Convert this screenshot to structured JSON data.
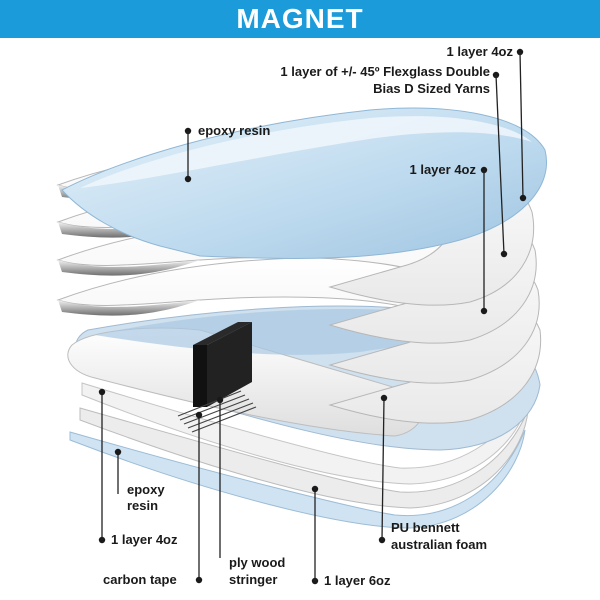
{
  "header": {
    "title": "MAGNET",
    "bg_color": "#1b9bd9"
  },
  "colors": {
    "epoxy": "#bcd9ee",
    "epoxy_dark": "#8fb7d6",
    "glass": "#ffffff",
    "glass_shadow": "#9e9e9e",
    "foam": "#e2e2e2",
    "stringer": "#111111"
  },
  "labels": {
    "top_4oz": "1 layer 4oz",
    "flexglass_1": "1 layer of +/- 45º Flexglass Double",
    "flexglass_2": "Bias D Sized Yarns",
    "epoxy_top": "epoxy resin",
    "mid_4oz": "1 layer 4oz",
    "epoxy_bottom_1": "epoxy",
    "epoxy_bottom_2": "resin",
    "bottom_4oz": "1 layer 4oz",
    "foam_1": "PU bennett",
    "foam_2": "australian foam",
    "stringer_1": "ply wood",
    "stringer_2": "stringer",
    "carbon_tape": "carbon tape",
    "bottom_6oz": "1 layer 6oz"
  }
}
